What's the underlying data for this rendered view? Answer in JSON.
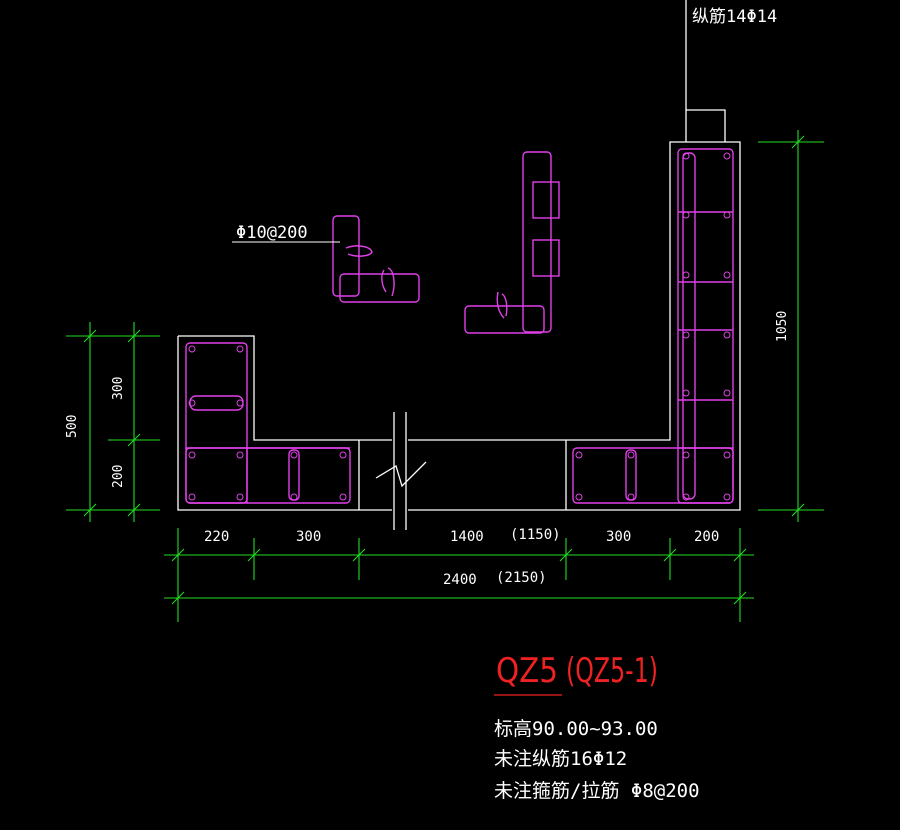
{
  "colors": {
    "background": "#000000",
    "outline": "#ffffff",
    "rebar": "#e040e8",
    "dimension": "#22dd22",
    "title": "#ee2222",
    "text": "#ffffff"
  },
  "annotations": {
    "top_rebar": "纵筋14Φ14",
    "stirrup": "Φ10@200"
  },
  "dimensions": {
    "left_top": "300",
    "left_bottom": "200",
    "left_total": "500",
    "right_total": "1050",
    "bottom": [
      "220",
      "300",
      "1400",
      "(1150)",
      "300",
      "200"
    ],
    "overall": "2400",
    "overall_alt": "(2150)"
  },
  "title": {
    "main": "QZ5",
    "alt": "(QZ5-1)"
  },
  "notes": {
    "elevation": "标高90.00~93.00",
    "long_rebar": "未注纵筋16Φ12",
    "stirrup_tie": "未注箍筋/拉筋  Φ8@200"
  }
}
